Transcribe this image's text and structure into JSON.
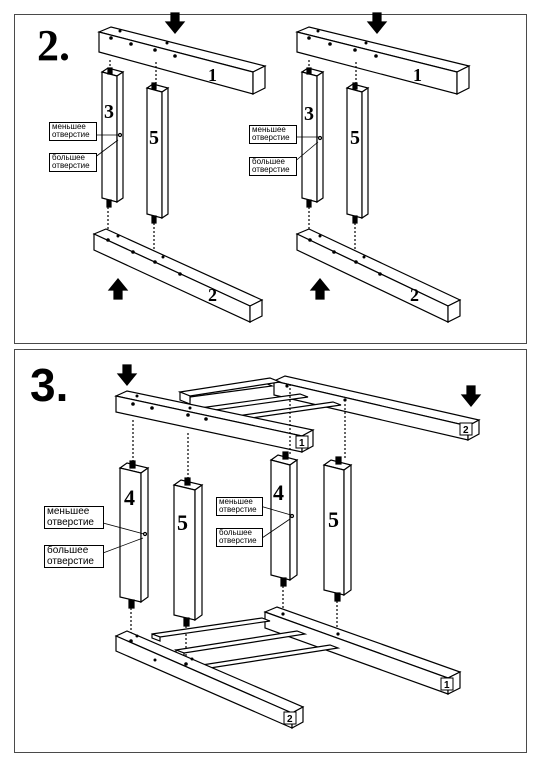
{
  "steps": [
    {
      "number": "2."
    },
    {
      "number": "3."
    }
  ],
  "step2": {
    "left": {
      "rail_top": "1",
      "rail_bottom": "2",
      "leg_a": "3",
      "leg_b": "5",
      "label_small": "меньшее\nотверстие",
      "label_large": "большее\nотверстие"
    },
    "right": {
      "rail_top": "1",
      "rail_bottom": "2",
      "leg_a": "3",
      "leg_b": "5",
      "label_small": "меньшее\nотверстие",
      "label_large": "большее\nотверстие"
    }
  },
  "step3": {
    "rail_front_top": "1",
    "rail_right_top": "2",
    "rail_bottom_right": "1",
    "rail_bottom_front": "2",
    "left_leg_a": "4",
    "left_leg_b": "5",
    "right_leg_a": "4",
    "right_leg_b": "5",
    "left_label_small": "меньшее\nотверстие",
    "left_label_large": "большее\nотверстие",
    "right_label_small": "меньшее\nотверстие",
    "right_label_large": "большее\nотверстие"
  }
}
